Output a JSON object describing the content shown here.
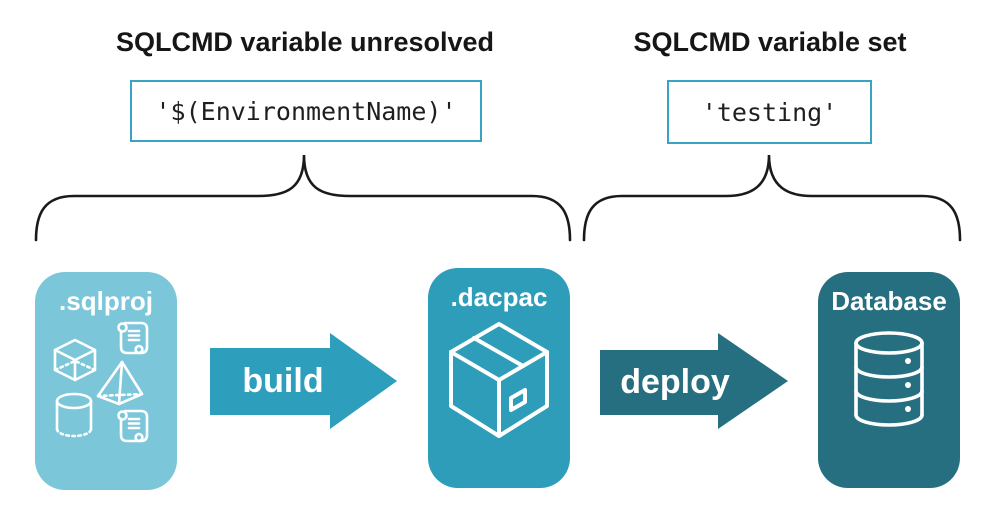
{
  "diagram": {
    "captions": {
      "left": {
        "title": "SQLCMD variable unresolved",
        "code": "'$(EnvironmentName)'"
      },
      "right": {
        "title": "SQLCMD variable set",
        "code": "'testing'"
      }
    },
    "nodes": {
      "sqlproj": {
        "label": ".sqlproj",
        "color": "#7cc6da"
      },
      "dacpac": {
        "label": ".dacpac",
        "color": "#2d9db9"
      },
      "database": {
        "label": "Database",
        "color": "#266f81"
      }
    },
    "arrows": {
      "build": {
        "label": "build",
        "color": "#2d9fbd"
      },
      "deploy": {
        "label": "deploy",
        "color": "#266f81"
      }
    },
    "icons": {
      "sqlproj": [
        "scroll-icon",
        "cube-icon",
        "pyramid-icon",
        "cylinder-icon",
        "scroll-icon"
      ],
      "dacpac": "package-box-icon",
      "database": "database-cylinder-icon"
    },
    "colors": {
      "background": "#ffffff",
      "heading_text": "#161616",
      "code_box_border": "#3ba3c2",
      "code_text": "#1f1f1f",
      "brace_stroke": "#1a1a1a",
      "icon_stroke": "#ffffff"
    }
  }
}
